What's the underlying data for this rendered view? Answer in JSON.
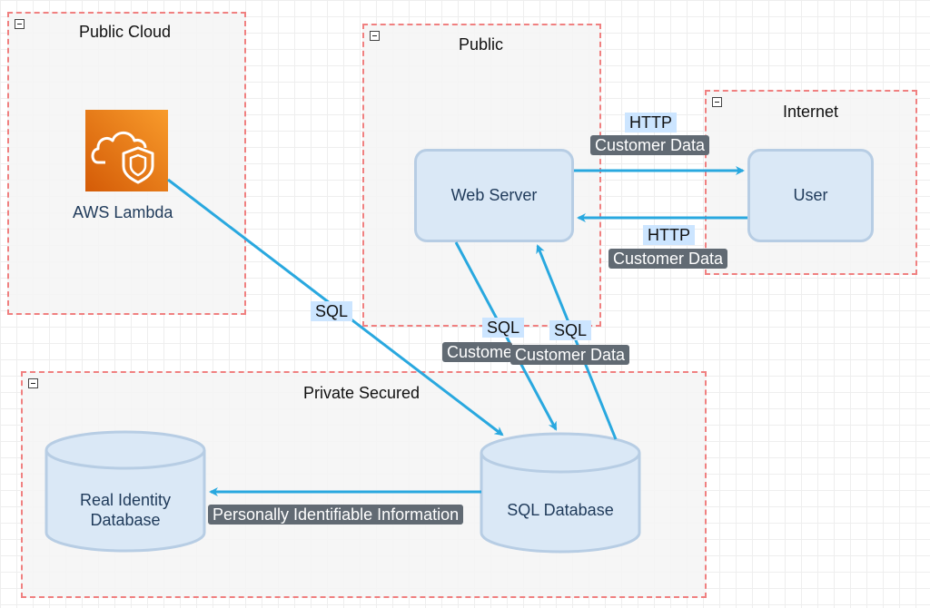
{
  "zones": {
    "public_cloud": "Public Cloud",
    "public": "Public",
    "internet": "Internet",
    "private_secured": "Private Secured"
  },
  "nodes": {
    "aws_lambda": "AWS Lambda",
    "web_server": "Web Server",
    "user": "User",
    "real_identity_db": "Real Identity\nDatabase",
    "sql_database": "SQL Database"
  },
  "edges": {
    "web_to_user_protocol": "HTTP",
    "web_to_user_data": "Customer Data",
    "user_to_web_protocol": "HTTP",
    "user_to_web_data": "Customer Data",
    "lambda_to_sql": "SQL",
    "web_to_db_protocol": "SQL",
    "web_to_db_data": "Customer Data",
    "db_to_web_protocol": "SQL",
    "db_to_web_data": "Customer Data",
    "db_to_identity": "Personally Identifiable Information"
  },
  "colors": {
    "arrow": "#29a8df",
    "zone_border": "#f08080",
    "node_fill": "#dae8f6",
    "node_border": "#b7cde4",
    "lambda_orange": "#e8730f"
  },
  "icons": {
    "lambda": "aws-lambda-shield-cloud-icon"
  }
}
